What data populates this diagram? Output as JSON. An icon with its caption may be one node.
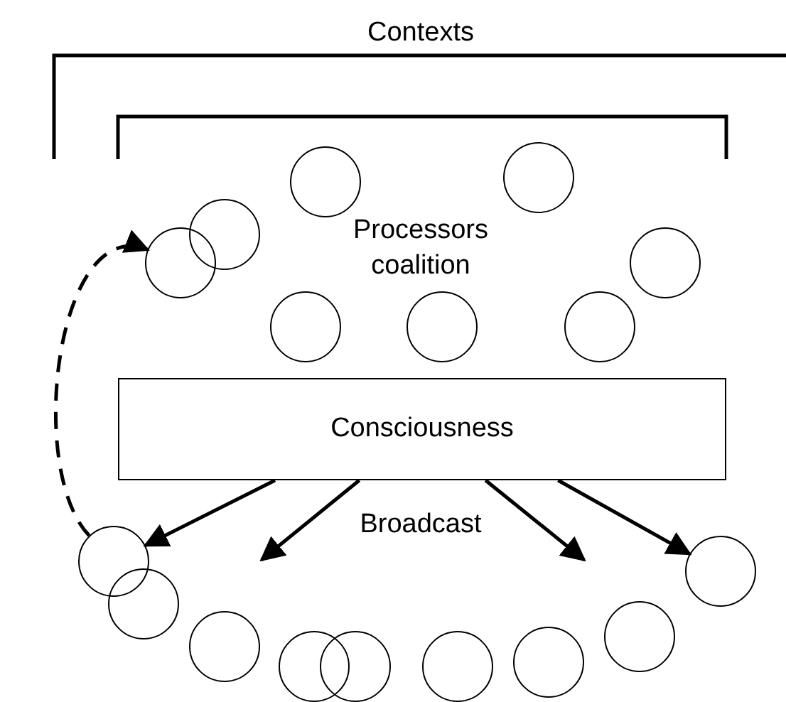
{
  "diagram": {
    "nodes": [
      {
        "text": [],
        "shape": "circle"
      },
      {
        "text": [],
        "shape": "circle"
      },
      {
        "text": [],
        "shape": "circle"
      },
      {
        "text": [],
        "shape": "circle"
      },
      {
        "text": [],
        "shape": "circle"
      },
      {
        "text": [],
        "shape": "circle"
      },
      {
        "text": [],
        "shape": "circle"
      },
      {
        "text": [],
        "shape": "circle"
      },
      {
        "text": [
          "Consciousness"
        ]
      },
      {
        "text": [],
        "shape": "circle"
      },
      {
        "text": [],
        "shape": "circle"
      },
      {
        "text": [],
        "shape": "circle"
      },
      {
        "text": [],
        "shape": "circle"
      },
      {
        "text": [],
        "shape": "circle"
      },
      {
        "text": [],
        "shape": "circle"
      },
      {
        "text": [],
        "shape": "circle"
      },
      {
        "text": [],
        "shape": "circle"
      },
      {
        "text": [],
        "shape": "circle"
      }
    ],
    "edges": [
      {
        "from": 8,
        "to": 9,
        "arrow": "to"
      },
      {
        "from": 8,
        "to": null,
        "arrow": "to"
      },
      {
        "from": 8,
        "to": null,
        "arrow": "to"
      },
      {
        "from": 8,
        "to": 17,
        "arrow": "to"
      },
      {
        "from": 9,
        "to": 0,
        "arrow": "to",
        "style": "dashed"
      }
    ],
    "labels": [
      "Contexts",
      "Processors coalition",
      "Broadcast"
    ]
  }
}
